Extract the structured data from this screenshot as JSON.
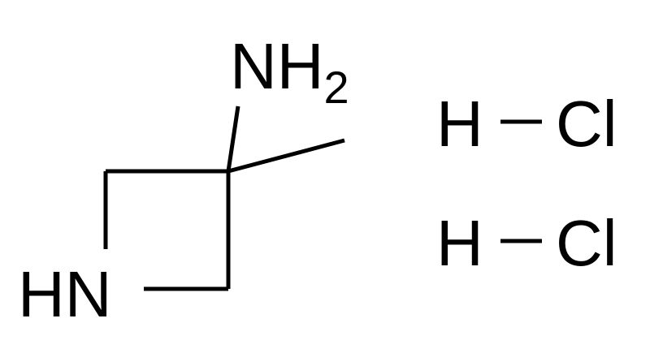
{
  "molecule": {
    "amine": {
      "element": "NH",
      "subscript": "2"
    },
    "ring_nitrogen": "HN",
    "salt": [
      {
        "hydrogen": "H",
        "chlorine": "Cl"
      },
      {
        "hydrogen": "H",
        "chlorine": "Cl"
      }
    ]
  },
  "colors": {
    "bond": "#000000",
    "text": "#000000",
    "background": "#ffffff"
  }
}
